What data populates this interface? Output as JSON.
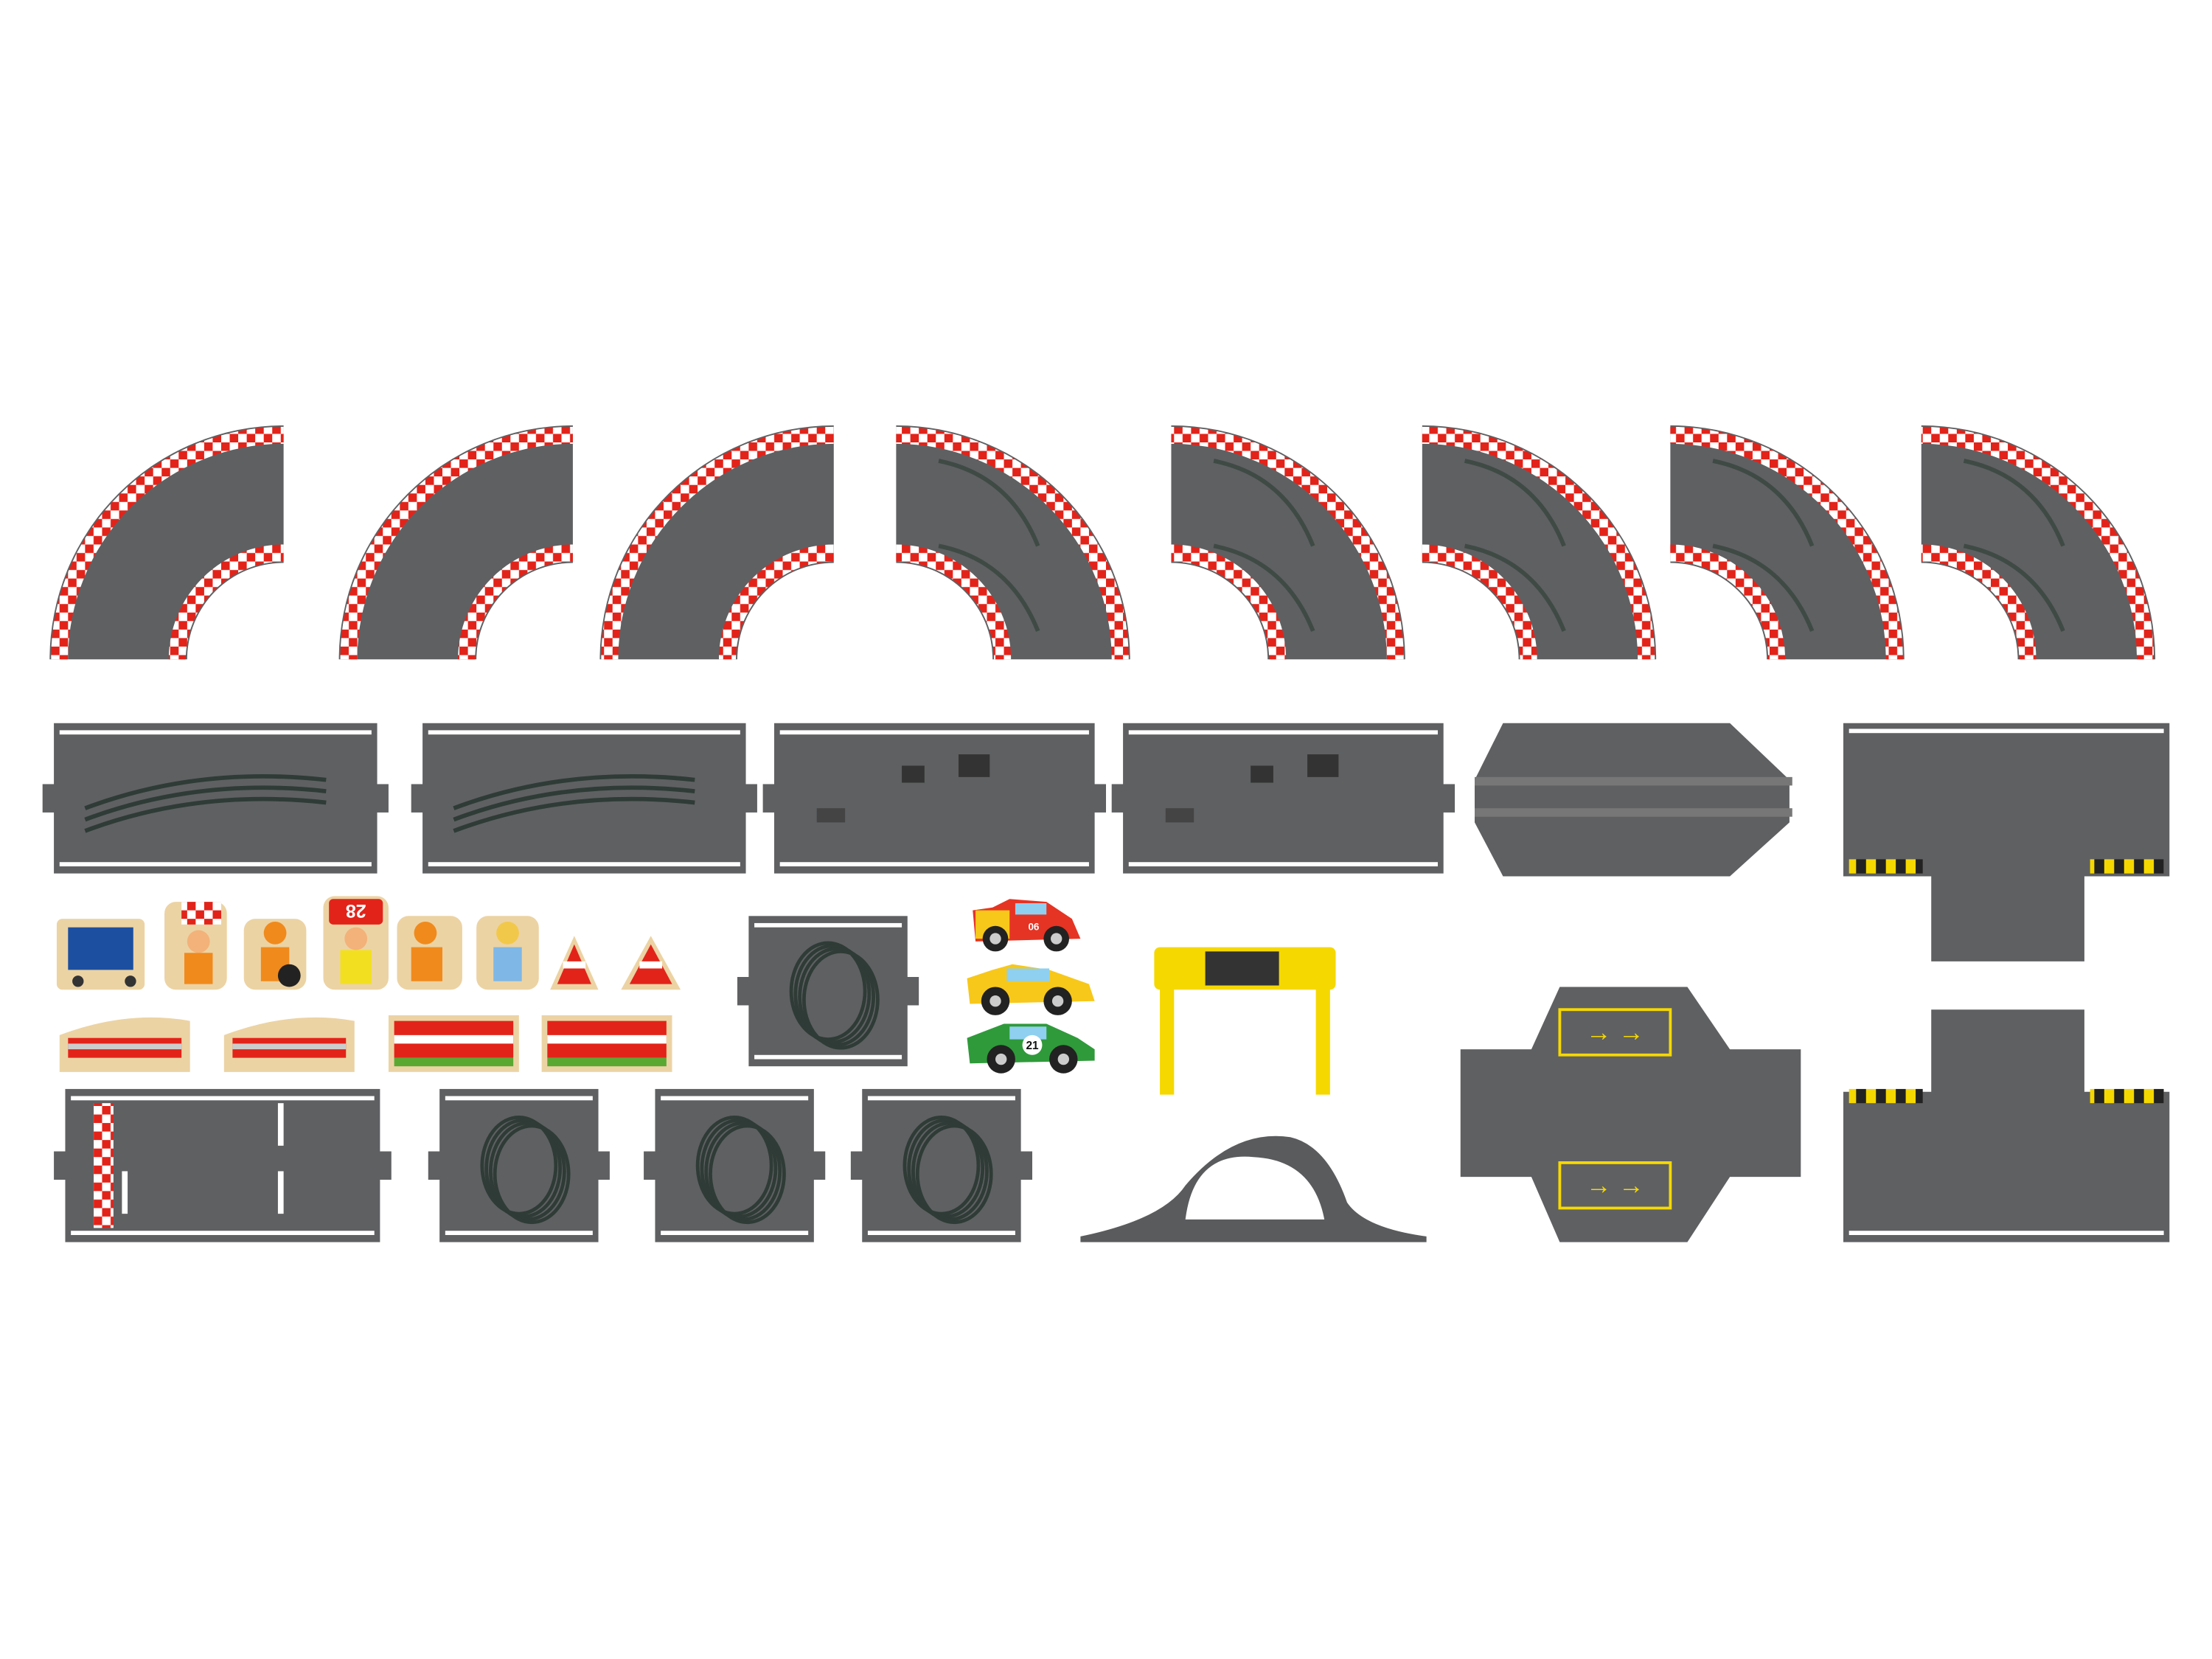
{
  "labels": {
    "figure_number": "28",
    "red_car_number": "06",
    "green_car_number": "21"
  },
  "colors": {
    "track": "#5f6062",
    "track_edge": "#4a4b4d",
    "line": "#ffffff",
    "checker_red": "#e2231a",
    "hazard_yellow": "#f5d800",
    "wood": "#ecd3a4",
    "car_red": "#e53424",
    "car_yellow": "#f7c81a",
    "car_green": "#2f9a3a"
  }
}
